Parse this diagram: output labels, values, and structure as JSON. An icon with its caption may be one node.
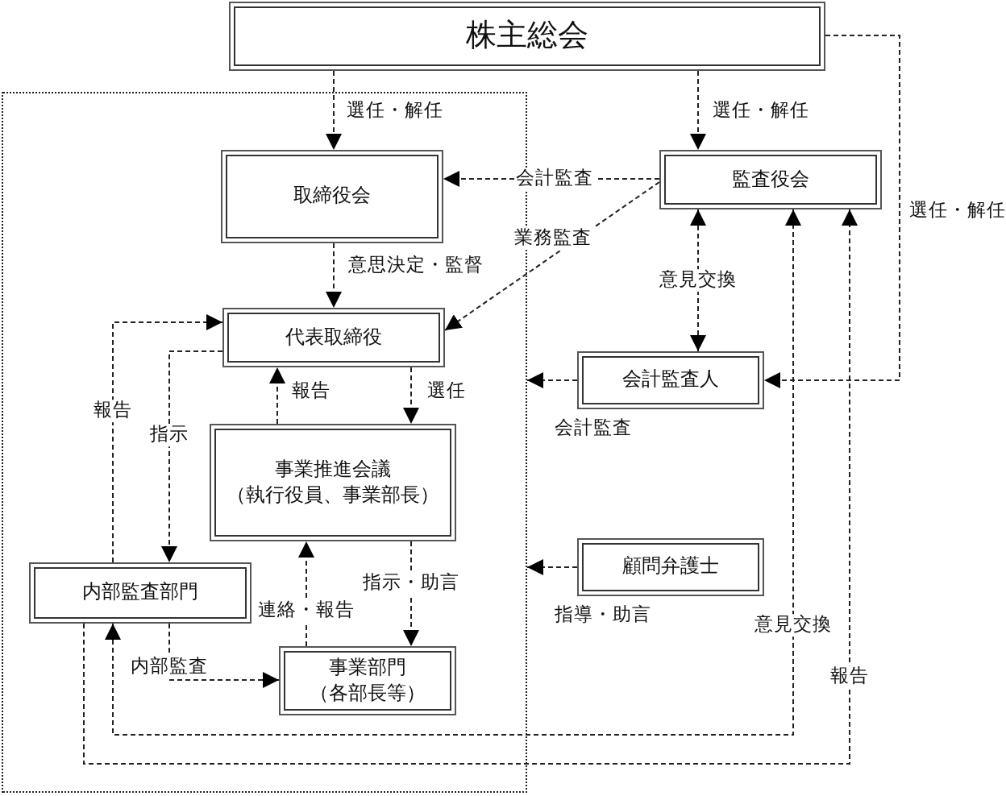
{
  "diagram": {
    "nodes": [
      {
        "text": [
          "株主総会"
        ]
      },
      {
        "text": [],
        "shape": "box"
      },
      {
        "text": [
          "取締役会"
        ],
        "in": 1
      },
      {
        "text": [
          "監査役会"
        ]
      },
      {
        "text": [
          "代表取締役"
        ],
        "in": 1
      },
      {
        "text": [
          "会計監査人"
        ]
      },
      {
        "text": [
          "事業推進会議",
          "（執行役員、事業部長）"
        ],
        "in": 1
      },
      {
        "text": [
          "顧問弁護士"
        ]
      },
      {
        "text": [
          "内部監査部門"
        ],
        "in": 1
      },
      {
        "text": [
          "事業部門",
          "（各部長等）"
        ],
        "in": 1
      }
    ],
    "edges": [
      {
        "from": 0,
        "to": 2,
        "arrow": "to",
        "label": "選任・解任",
        "style": "dashed"
      },
      {
        "from": 0,
        "to": 3,
        "arrow": "to",
        "label": "選任・解任",
        "style": "dashed"
      },
      {
        "from": 0,
        "to": 5,
        "arrow": "to",
        "label": "選任・解任",
        "style": "dashed"
      },
      {
        "from": 3,
        "to": 2,
        "arrow": "to",
        "label": "会計監査",
        "style": "dashed"
      },
      {
        "from": 3,
        "to": 4,
        "arrow": "to",
        "label": "業務監査",
        "style": "dashed"
      },
      {
        "from": 2,
        "to": 4,
        "arrow": "to",
        "label": "意思決定・監督",
        "style": "dashed"
      },
      {
        "from": 3,
        "to": 5,
        "arrow": "both",
        "label": "意見交換",
        "style": "dashed"
      },
      {
        "from": 5,
        "to": 1,
        "arrow": "to",
        "label": "会計監査",
        "style": "dashed"
      },
      {
        "from": 7,
        "to": 1,
        "arrow": "to",
        "label": "指導・助言",
        "style": "dashed"
      },
      {
        "from": 4,
        "to": 6,
        "arrow": "to",
        "label": "選任",
        "style": "dashed"
      },
      {
        "from": 6,
        "to": 4,
        "arrow": "to",
        "label": "報告",
        "style": "dashed"
      },
      {
        "from": 8,
        "to": 4,
        "arrow": "to",
        "label": "報告",
        "style": "dashed"
      },
      {
        "from": 4,
        "to": 8,
        "arrow": "to",
        "label": "指示",
        "style": "dashed"
      },
      {
        "from": 6,
        "to": 9,
        "arrow": "to",
        "label": "指示・助言",
        "style": "dashed"
      },
      {
        "from": 9,
        "to": 6,
        "arrow": "to",
        "label": "連絡・報告",
        "style": "dashed"
      },
      {
        "from": 8,
        "to": 9,
        "arrow": "to",
        "label": "内部監査",
        "style": "dashed"
      },
      {
        "from": 8,
        "to": 3,
        "arrow": "both",
        "label": "意見交換",
        "style": "dashed"
      },
      {
        "from": 8,
        "to": 3,
        "arrow": "to",
        "label": "報告",
        "style": "dashed"
      }
    ]
  }
}
